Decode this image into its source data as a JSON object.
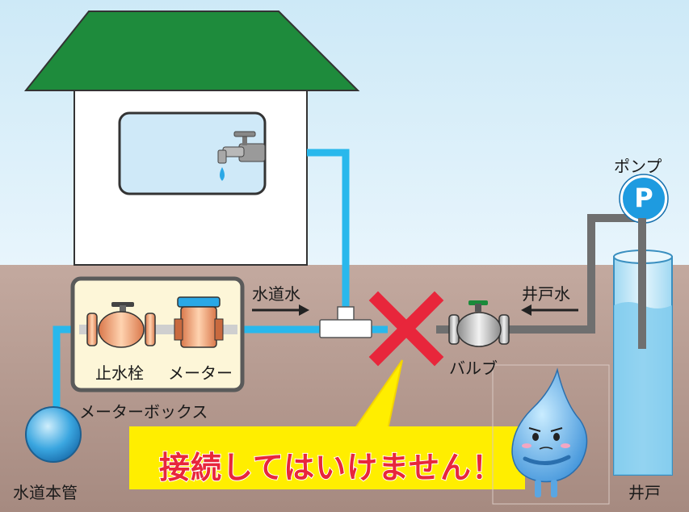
{
  "labels": {
    "pump": "ポンプ",
    "pump_symbol": "P",
    "tap_water": "水道水",
    "well_water": "井戸水",
    "stop_valve": "止水栓",
    "meter": "メーター",
    "meter_box": "メーターボックス",
    "valve": "バルブ",
    "water_main": "水道本管",
    "well": "井戸",
    "warning": "接続してはいけません！"
  },
  "colors": {
    "sky": "#d4ecf8",
    "ground": "#b59a90",
    "roof": "#1e8b3c",
    "tap_pipe": "#29b8ec",
    "well_pipe": "#6f6f6f",
    "pump": "#1e9be0",
    "forbidden_mark": "#e8263b",
    "banner": "#ffee00",
    "warning_text": "#e8263b"
  },
  "icons": [
    "faucet-icon",
    "stop-valve-icon",
    "water-meter-icon",
    "gate-valve-icon",
    "pump-icon",
    "well-icon",
    "water-drop-mascot-icon",
    "forbidden-x-icon",
    "arrow-right-icon",
    "arrow-left-icon"
  ]
}
